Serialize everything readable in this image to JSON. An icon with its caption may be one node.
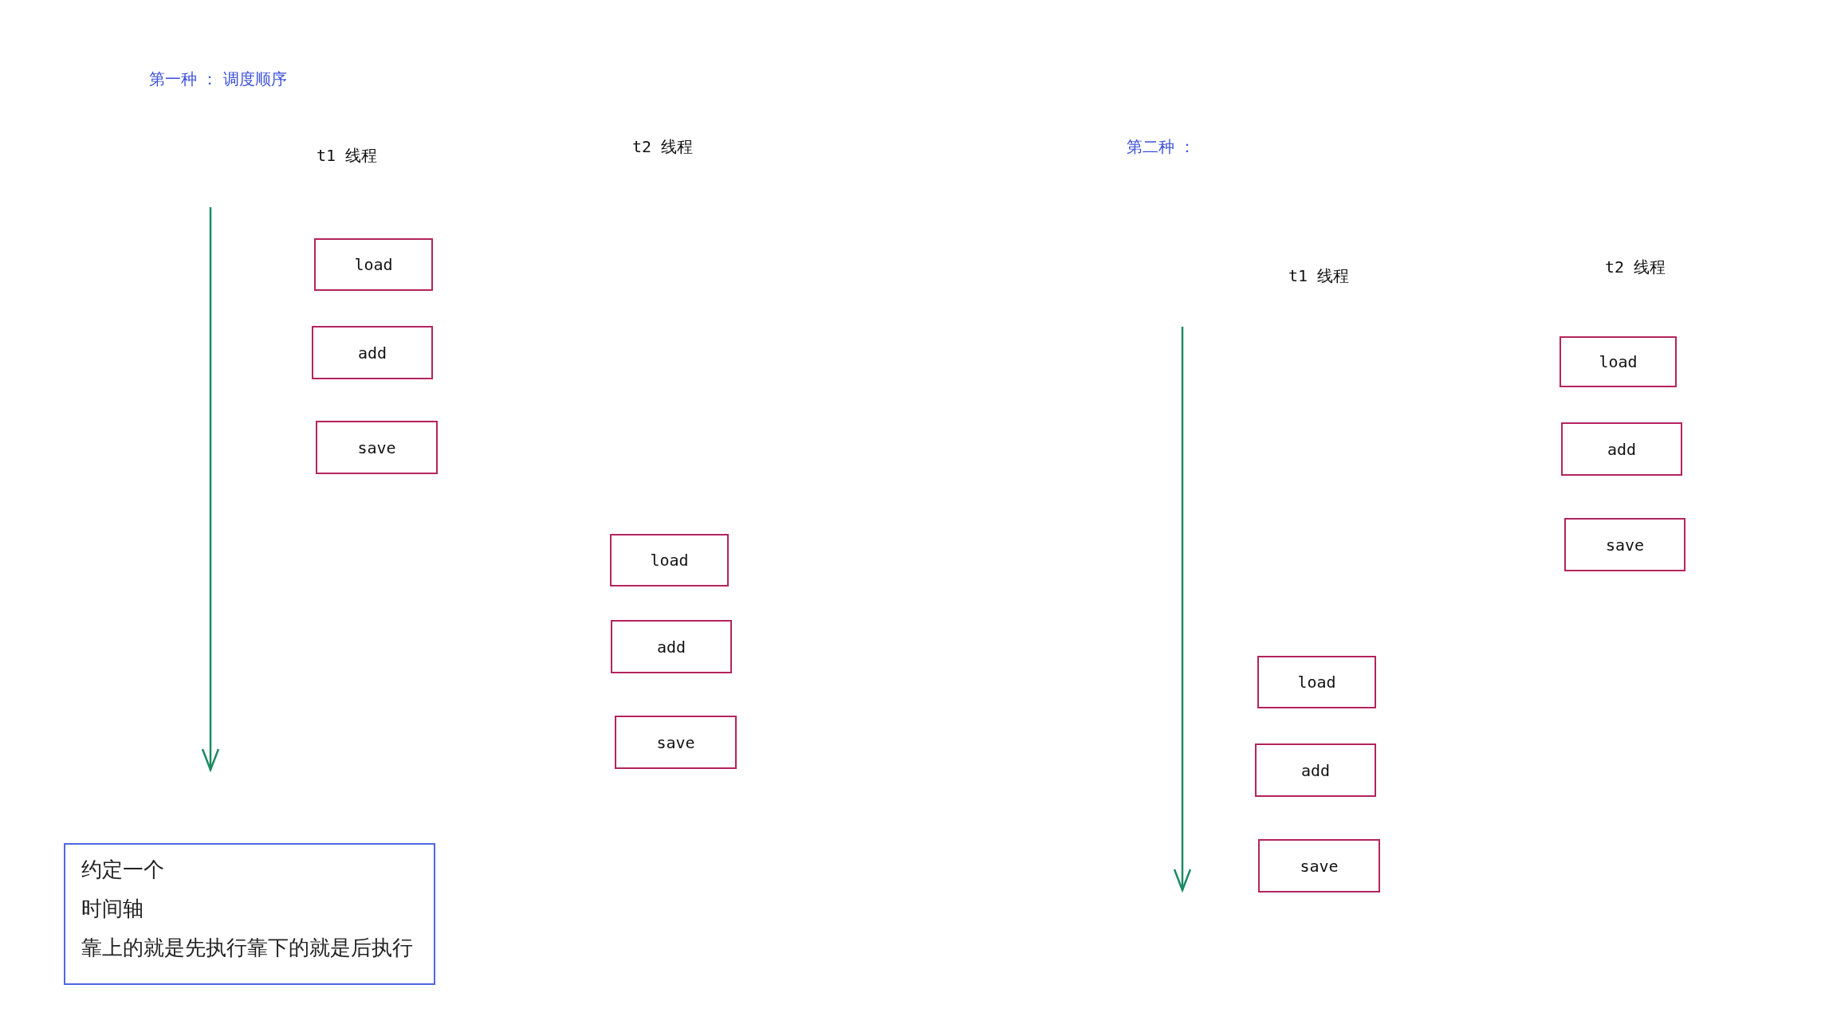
{
  "diagram": {
    "nodes": [
      {
        "text": [
          "load"
        ]
      },
      {
        "text": [
          "add"
        ]
      },
      {
        "text": [
          "save"
        ]
      },
      {
        "text": [
          "load"
        ]
      },
      {
        "text": [
          "add"
        ]
      },
      {
        "text": [
          "save"
        ]
      },
      {
        "text": [
          "load"
        ]
      },
      {
        "text": [
          "add"
        ]
      },
      {
        "text": [
          "save"
        ]
      },
      {
        "text": [
          "load"
        ]
      },
      {
        "text": [
          "add"
        ]
      },
      {
        "text": [
          "save"
        ]
      },
      {
        "text": [
          "约定一个",
          "时间轴",
          "靠上的就是先执行靠下的就是后执行"
        ]
      }
    ],
    "edges": [],
    "labels": [
      "第一种 ： 调度顺序",
      "t1 线程",
      "t2 线程",
      "第二种 ：",
      "t1 线程",
      "t2 线程"
    ]
  }
}
